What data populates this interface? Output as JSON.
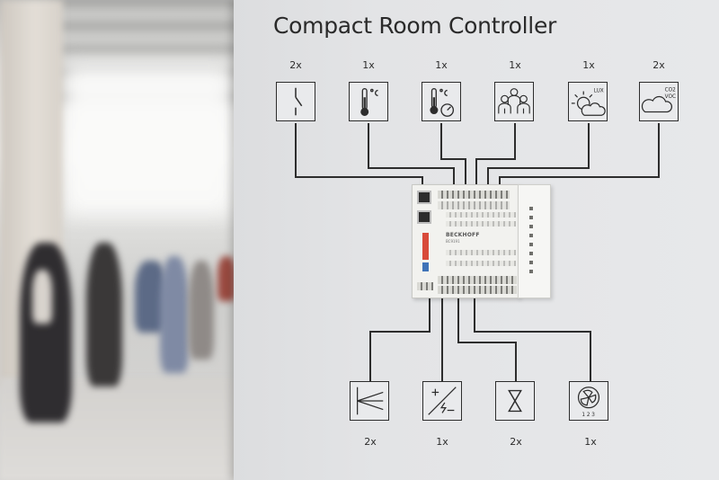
{
  "panel": {
    "title": "Compact Room Controller"
  },
  "inputs": [
    {
      "quantity": "2x",
      "icon": "switch-icon"
    },
    {
      "quantity": "1x",
      "icon": "temperature-sensor-icon"
    },
    {
      "quantity": "1x",
      "icon": "temperature-setpoint-dial-icon"
    },
    {
      "quantity": "1x",
      "icon": "occupancy-people-icon"
    },
    {
      "quantity": "1x",
      "icon": "light-sensor-icon",
      "glyph_text": "LUX"
    },
    {
      "quantity": "2x",
      "icon": "co2-voc-sensor-icon",
      "glyph_text": [
        "CO2",
        "VOC"
      ]
    }
  ],
  "outputs": [
    {
      "quantity": "2x",
      "icon": "actuator-icon"
    },
    {
      "quantity": "1x",
      "icon": "dc-power-converter-icon"
    },
    {
      "quantity": "2x",
      "icon": "valve-icon"
    },
    {
      "quantity": "1x",
      "icon": "fan-icon",
      "glyph_text": "1 2 3"
    }
  ],
  "controller": {
    "brand": "BECKHOFF",
    "model": "BC9191"
  },
  "colors": {
    "wall": "#e5e6e8",
    "line": "#2d2d2d",
    "module": "#f2f2ef",
    "dip_switch": "#d84a3a"
  }
}
